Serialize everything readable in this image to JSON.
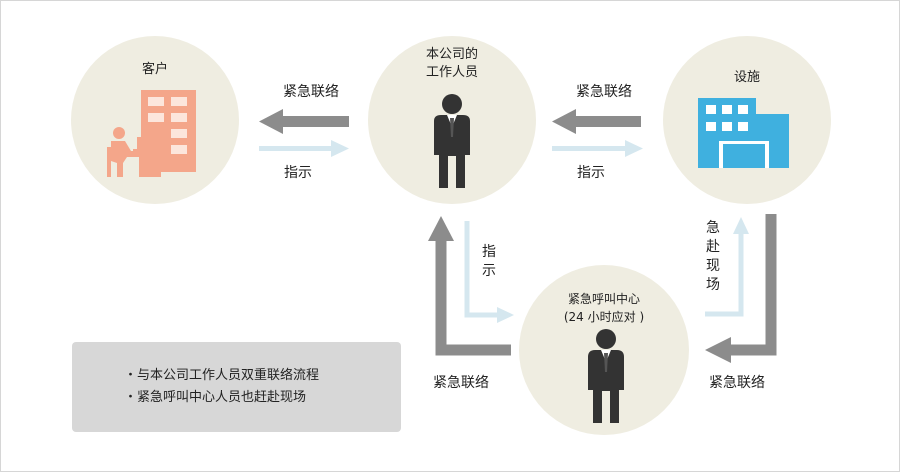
{
  "nodes": {
    "customer": {
      "label": "客户",
      "icon": "office-building-and-worker-at-desk-icon"
    },
    "company_staff": {
      "label": "本公司的\n工作人员",
      "icon": "person-in-suit-icon"
    },
    "facility": {
      "label": "设施",
      "icon": "facility-building-icon"
    },
    "emergency_center": {
      "label": "紧急呼叫中心\n(24 小时应对 )",
      "icon": "person-in-suit-icon"
    }
  },
  "edges": {
    "staff_to_customer_contact": "紧急联络",
    "customer_instruction": "指示",
    "facility_to_staff_contact": "紧急联络",
    "staff_to_facility_instruction": "指示",
    "staff_to_center_instruction": "指示",
    "center_to_staff_contact": "紧急联络",
    "center_to_facility_dispatch": "急赴现场",
    "facility_to_center_contact": "紧急联络"
  },
  "notes": [
    "与本公司工作人员双重联络流程",
    "紧急呼叫中心人员也赶赴现场"
  ],
  "colors": {
    "circle": "#efede1",
    "contact_arrow": "#8c8c8c",
    "instruction_arrow": "#d5e7ef",
    "customer_icon": "#f4a68a",
    "facility_icon": "#3fb0df",
    "person_icon": "#333333",
    "note_box": "#d7d7d7"
  }
}
